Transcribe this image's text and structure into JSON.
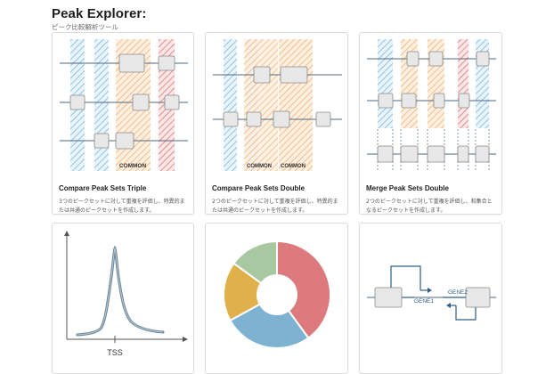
{
  "app": {
    "title": "Peak Explorer:",
    "subtitle": "ピーク比較解析ツール"
  },
  "cards": [
    {
      "title": "Compare Peak Sets Triple",
      "description": "3つのピークセットに対して重複を評価し、特異的または共通のピークセットを作成します。",
      "illustration_labels": [
        "COMMON"
      ]
    },
    {
      "title": "Compare Peak Sets Double",
      "description": "2つのピークセットに対して重複を評価し、特異的または共通のピークセットを作成します。",
      "illustration_labels": [
        "COMMON",
        "COMMON"
      ]
    },
    {
      "title": "Merge Peak Sets Double",
      "description": "2つのピークセットに対して重複を評価し、和集合となるピークセットを作成します。",
      "illustration_labels": []
    },
    {
      "title": "",
      "description": "",
      "illustration_labels": [
        "TSS"
      ]
    },
    {
      "title": "",
      "description": "",
      "illustration_labels": []
    },
    {
      "title": "",
      "description": "",
      "illustration_labels": [
        "GENE1",
        "GENE2"
      ]
    }
  ],
  "colors": {
    "blue": "#7ab8e0",
    "orange": "#f2b16f",
    "red": "#e07575",
    "line": "#4c6a80",
    "box_fill": "#e8e8e8",
    "box_stroke": "#888888",
    "donut": [
      "#dd7a7e",
      "#7db3d1",
      "#e0b04a",
      "#a8c8a2"
    ]
  },
  "donut_fractions": [
    0.4,
    0.27,
    0.18,
    0.15
  ]
}
